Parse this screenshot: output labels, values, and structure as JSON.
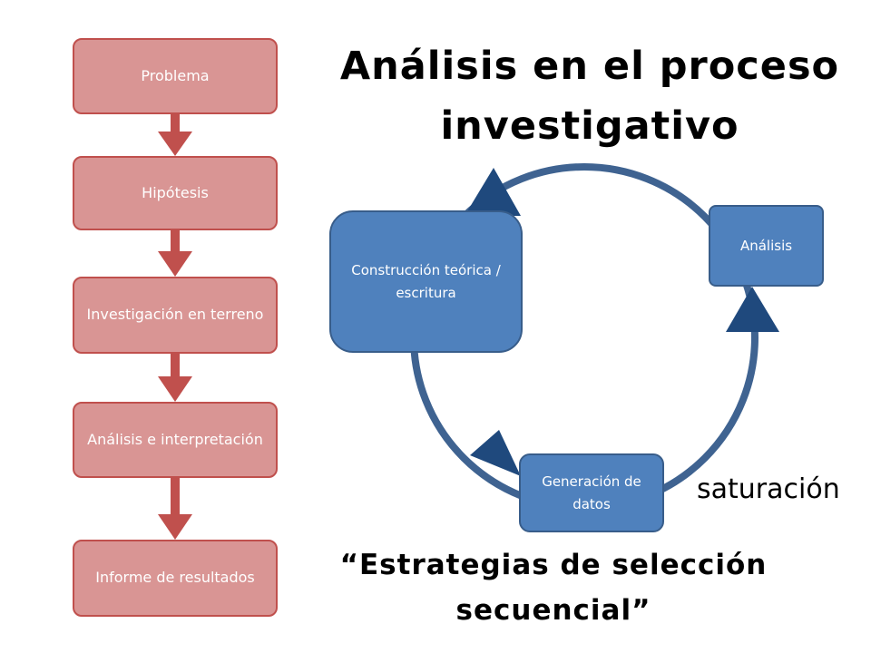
{
  "title": "Análisis en el proceso investigativo",
  "flow": {
    "steps": [
      {
        "label": "Problema"
      },
      {
        "label": "Hipótesis"
      },
      {
        "label": "Investigación en terreno"
      },
      {
        "label": "Análisis e interpretación"
      },
      {
        "label": "Informe de resultados"
      }
    ]
  },
  "cycle": {
    "nodes": [
      {
        "label": "Construcción teórica / escritura"
      },
      {
        "label": "Análisis"
      },
      {
        "label": "Generación de datos"
      }
    ]
  },
  "saturation_label": "saturación",
  "subtitle": "“Estrategias de selección secuencial”",
  "colors": {
    "flow_fill": "#d99594",
    "flow_border": "#c0504d",
    "flow_arrow": "#c0504d",
    "cycle_fill": "#4f81bd",
    "cycle_border": "#385d8a",
    "cycle_line": "#3f6391",
    "cycle_arrowhead": "#1f497d"
  }
}
